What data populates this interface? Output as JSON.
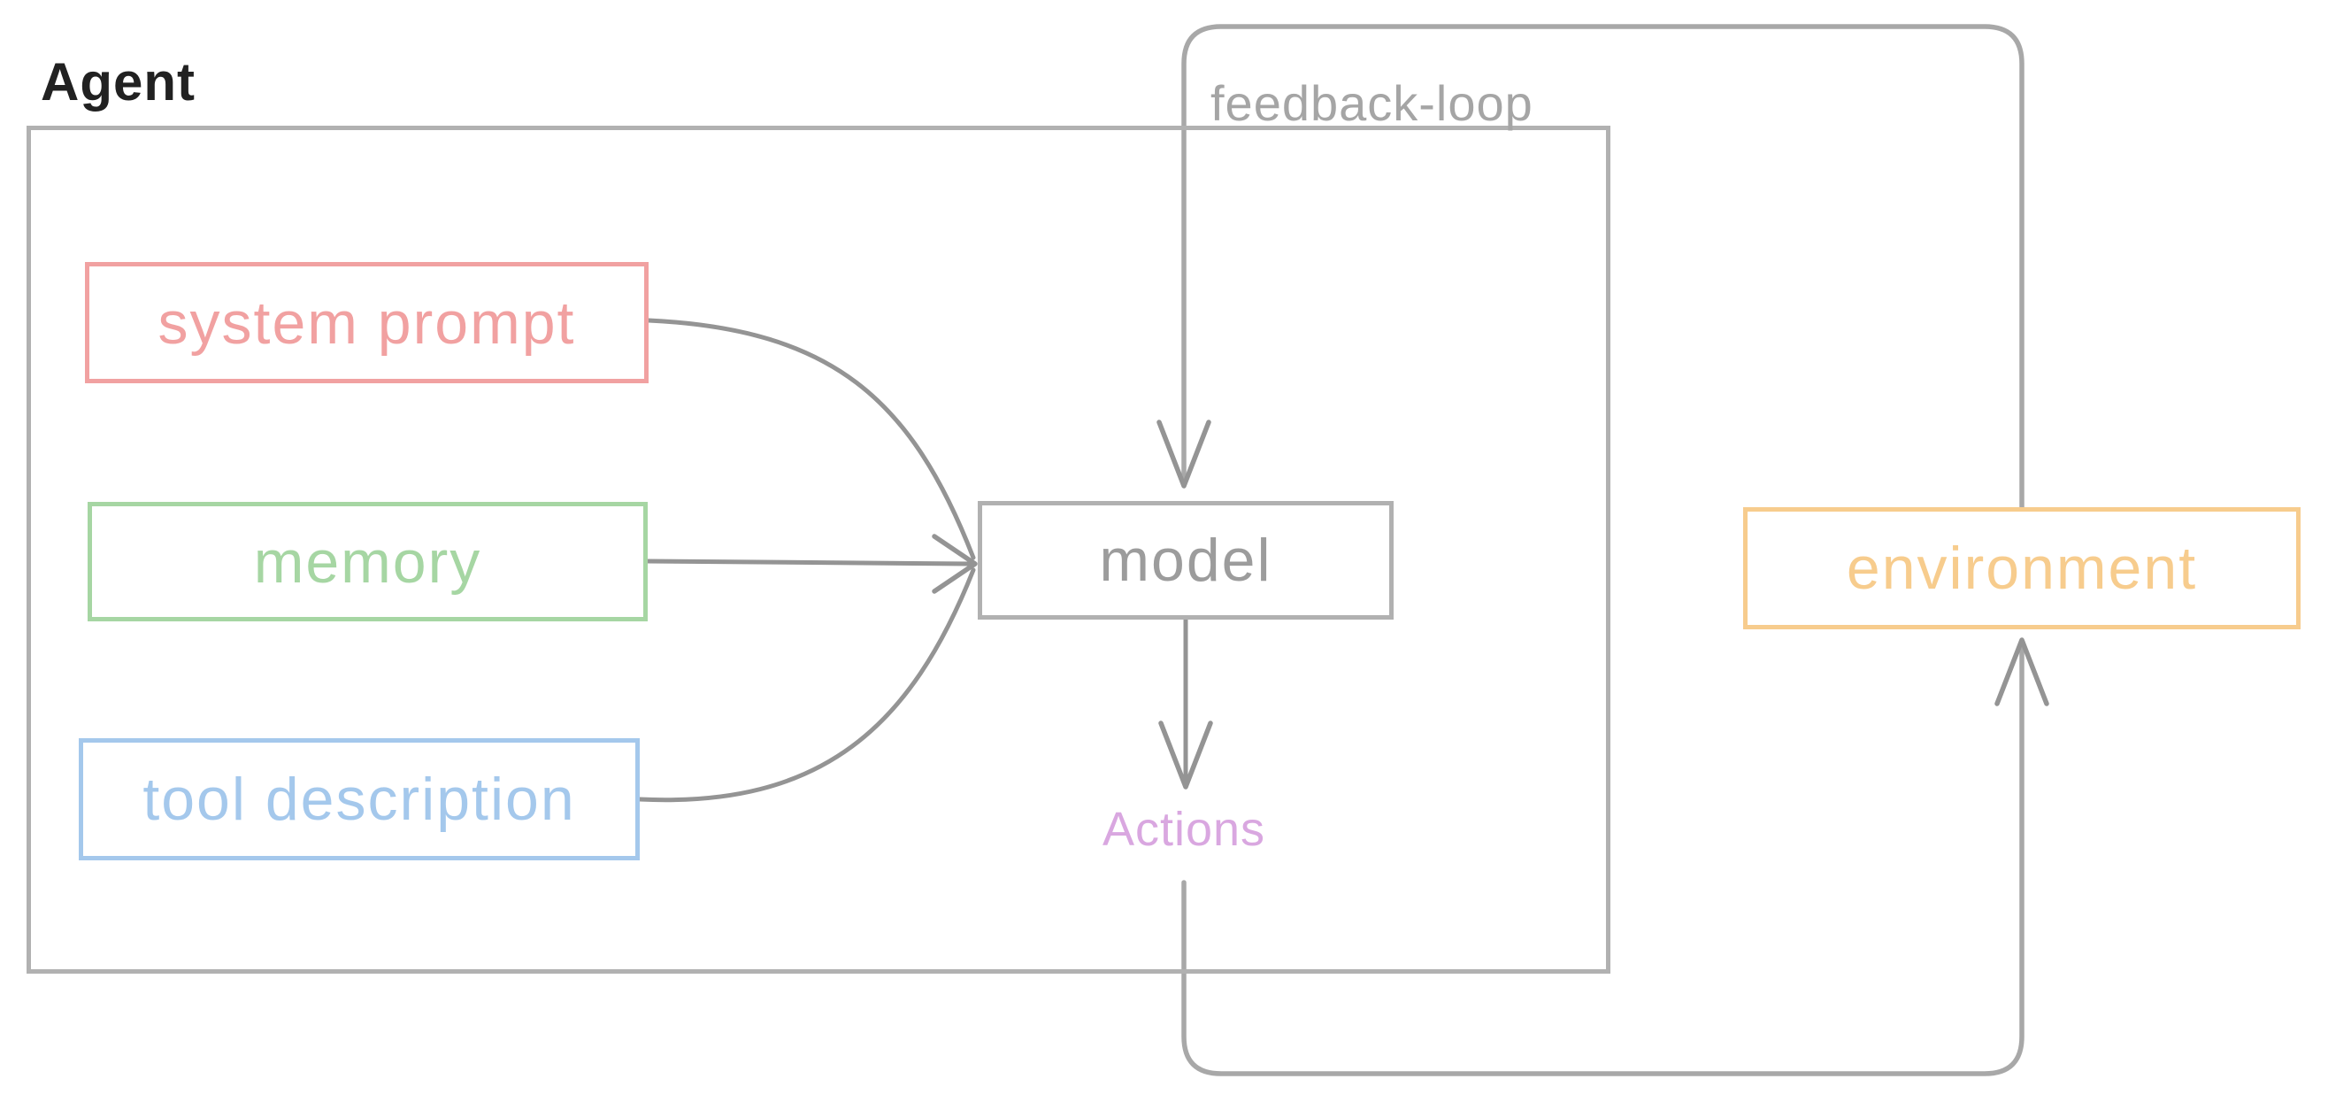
{
  "diagram": {
    "agent_title": "Agent",
    "feedback_loop_label": "feedback-loop",
    "actions_label": "Actions"
  },
  "nodes": {
    "system_prompt": {
      "label": "system prompt",
      "color": "#f1a1a1"
    },
    "memory": {
      "label": "memory",
      "color": "#a6d6a3"
    },
    "tool_description": {
      "label": "tool description",
      "color": "#a4c8ec"
    },
    "model": {
      "label": "model",
      "color": "#9c9c9c"
    },
    "environment": {
      "label": "environment",
      "color": "#f7cc8d"
    }
  },
  "edges": [
    {
      "from": "system prompt",
      "to": "model",
      "style": "curved-arrow"
    },
    {
      "from": "memory",
      "to": "model",
      "style": "straight-arrow"
    },
    {
      "from": "tool description",
      "to": "model",
      "style": "curved-arrow"
    },
    {
      "from": "model",
      "to": "Actions",
      "style": "down-arrow"
    },
    {
      "from": "Actions",
      "to": "environment",
      "style": "bottom-return-arrow"
    },
    {
      "from": "environment",
      "to": "model",
      "style": "feedback-loop-arrow"
    }
  ],
  "colors": {
    "background": "#ffffff",
    "agent_title": "#212121",
    "container_border": "#b1b1b1",
    "wire": "#949494",
    "loop": "#a8a8a8",
    "gray_label": "#a5a5a5",
    "model_gray": "#9c9c9c",
    "pink": "#f1a1a1",
    "green": "#a6d6a3",
    "blue": "#a4c8ec",
    "orange": "#f7cc8d",
    "purple": "#d9a7e0"
  }
}
